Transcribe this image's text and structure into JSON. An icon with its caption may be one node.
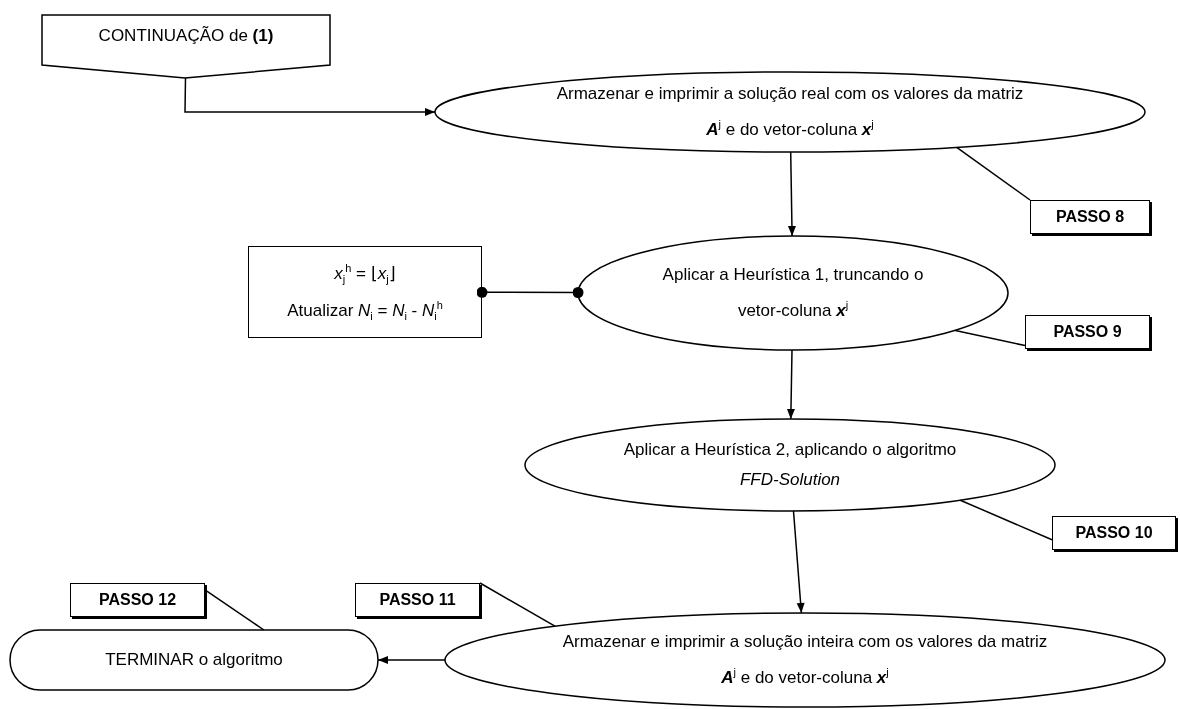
{
  "diagram": {
    "nodes": [
      {
        "text": [
          "CONTINUAÇÃO de **(1)**"
        ]
      },
      {
        "text": [
          "Armazenar e imprimir a solução real com os valores da matriz **A**$^{j}$ e do vetor-coluna **x**$^{j}$"
        ]
      },
      {
        "text": [
          "PASSO 8"
        ]
      },
      {
        "text": [
          "*x*$_{j}$$^{h}$ = ⌊*x*$_{j}$⌋",
          "Atualizar *N*$_{i}$ = *N*$_{i}$ - *N*$_{i}$$^{h}$"
        ]
      },
      {
        "text": [
          "Aplicar a Heurística 1, truncando o vetor-coluna **x**$^{j}$"
        ]
      },
      {
        "text": [
          "PASSO 9"
        ]
      },
      {
        "text": [
          "Aplicar a Heurística 2, aplicando o algoritmo *FFD-Solution*"
        ]
      },
      {
        "text": [
          "PASSO 10"
        ]
      },
      {
        "text": [
          "PASSO 12"
        ]
      },
      {
        "text": [
          "PASSO 11"
        ]
      },
      {
        "text": [
          "Armazenar e imprimir a solução inteira com os valores da matriz **A**$^{j}$ e do vetor-coluna **x**$^{j}$"
        ]
      },
      {
        "text": [
          "TERMINAR o algoritmo"
        ]
      }
    ],
    "edges": [
      {
        "from": 0,
        "to": 1,
        "arrow": "to"
      },
      {
        "from": 2,
        "to": 1,
        "arrow": "none"
      },
      {
        "from": 1,
        "to": 4,
        "arrow": "to"
      },
      {
        "from": 3,
        "to": 4,
        "arrow": "other"
      },
      {
        "from": 5,
        "to": 4,
        "arrow": "none"
      },
      {
        "from": 4,
        "to": 6,
        "arrow": "to"
      },
      {
        "from": 7,
        "to": 6,
        "arrow": "none"
      },
      {
        "from": 6,
        "to": 10,
        "arrow": "to"
      },
      {
        "from": 8,
        "to": 11,
        "arrow": "none"
      },
      {
        "from": 9,
        "to": 10,
        "arrow": "none"
      },
      {
        "from": 10,
        "to": 11,
        "arrow": "to"
      }
    ]
  }
}
